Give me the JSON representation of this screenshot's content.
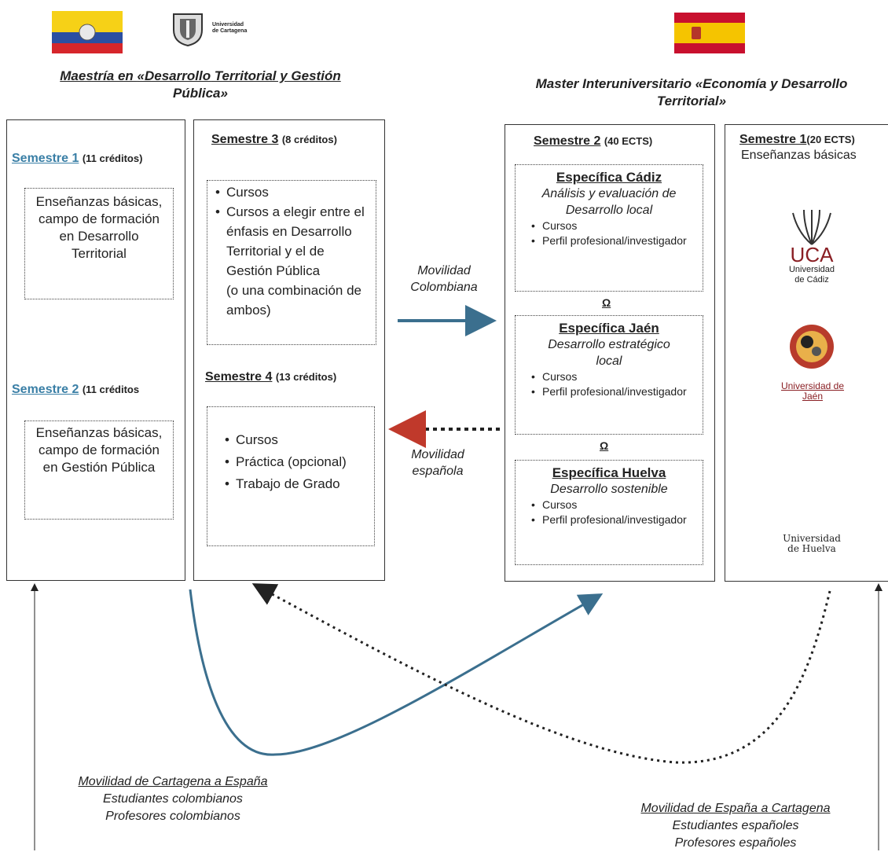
{
  "left_program": {
    "title_line1_pre": "Maestría en ",
    "title_line1_link": "«Desarrollo",
    "title_line1_post": " Territorial y Gestión",
    "title_line2": "Pública»",
    "logo_text_line1": "Universidad",
    "logo_text_line2": "de Cartagena"
  },
  "right_program": {
    "title_line1": "Master Interuniversitario «Economía y Desarrollo",
    "title_line2": "Territorial»"
  },
  "sem1": {
    "title": "Semestre 1",
    "credits": "(11 créditos)",
    "box_text": "Enseñanzas básicas, campo de formación en Desarrollo Territorial"
  },
  "sem2": {
    "title": "Semestre 2",
    "credits": "(11 créditos",
    "box_text": "Enseñanzas básicas, campo de formación en Gestión Pública"
  },
  "sem3": {
    "title": "Semestre 3",
    "credits": "(8 créditos)",
    "items": [
      "Cursos",
      "Cursos a elegir entre el énfasis en Desarrollo Territorial y el de Gestión Pública"
    ],
    "note": "(o una combinación de ambos)"
  },
  "sem4": {
    "title": "Semestre 4",
    "credits": "(13 créditos)",
    "items": [
      "Cursos",
      "Práctica (opcional)",
      "Trabajo de Grado"
    ]
  },
  "spain_sem2": {
    "title": "Semestre 2",
    "credits": "(40 ECTS)",
    "omega": "Ω",
    "specs": [
      {
        "title": "Específica Cádiz",
        "subtitle": "Análisis y evaluación de Desarrollo local",
        "items": [
          "Cursos",
          "Perfil profesional/investigador"
        ]
      },
      {
        "title": "Específica Jaén",
        "subtitle": "Desarrollo estratégico local",
        "items": [
          "Cursos",
          "Perfil profesional/investigador"
        ]
      },
      {
        "title": "Específica Huelva",
        "subtitle": "Desarrollo sostenible",
        "items": [
          "Cursos",
          "Perfil profesional/investigador"
        ]
      }
    ]
  },
  "spain_sem1": {
    "title": "Semestre 1",
    "credits": "(20 ECTS)",
    "subtitle": "Enseñanzas básicas",
    "uca_text": "UCA",
    "uca_caption_line1": "Universidad",
    "uca_caption_line2": "de Cádiz",
    "jaen_caption_line1": "Universidad de",
    "jaen_caption_line2": "Jaén",
    "huelva_caption_line1": "Universidad",
    "huelva_caption_line2": "de Huelva"
  },
  "mobility": {
    "colombiana_line1": "Movilidad",
    "colombiana_line2": "Colombiana",
    "espanola_line1": "Movilidad",
    "espanola_line2": "española"
  },
  "bottom_left": {
    "heading": "Movilidad de Cartagena a España",
    "line1": "Estudiantes colombianos",
    "line2": "Profesores colombianos"
  },
  "bottom_right": {
    "heading": "Movilidad de España a Cartagena",
    "line1": "Estudiantes españoles",
    "line2": "Profesores españoles"
  },
  "colors": {
    "solid_arrow": "#3b6f8e",
    "dotted_arrow": "#222222",
    "dotted_head": "#c0392b",
    "link_blue": "#3a7fa6"
  }
}
